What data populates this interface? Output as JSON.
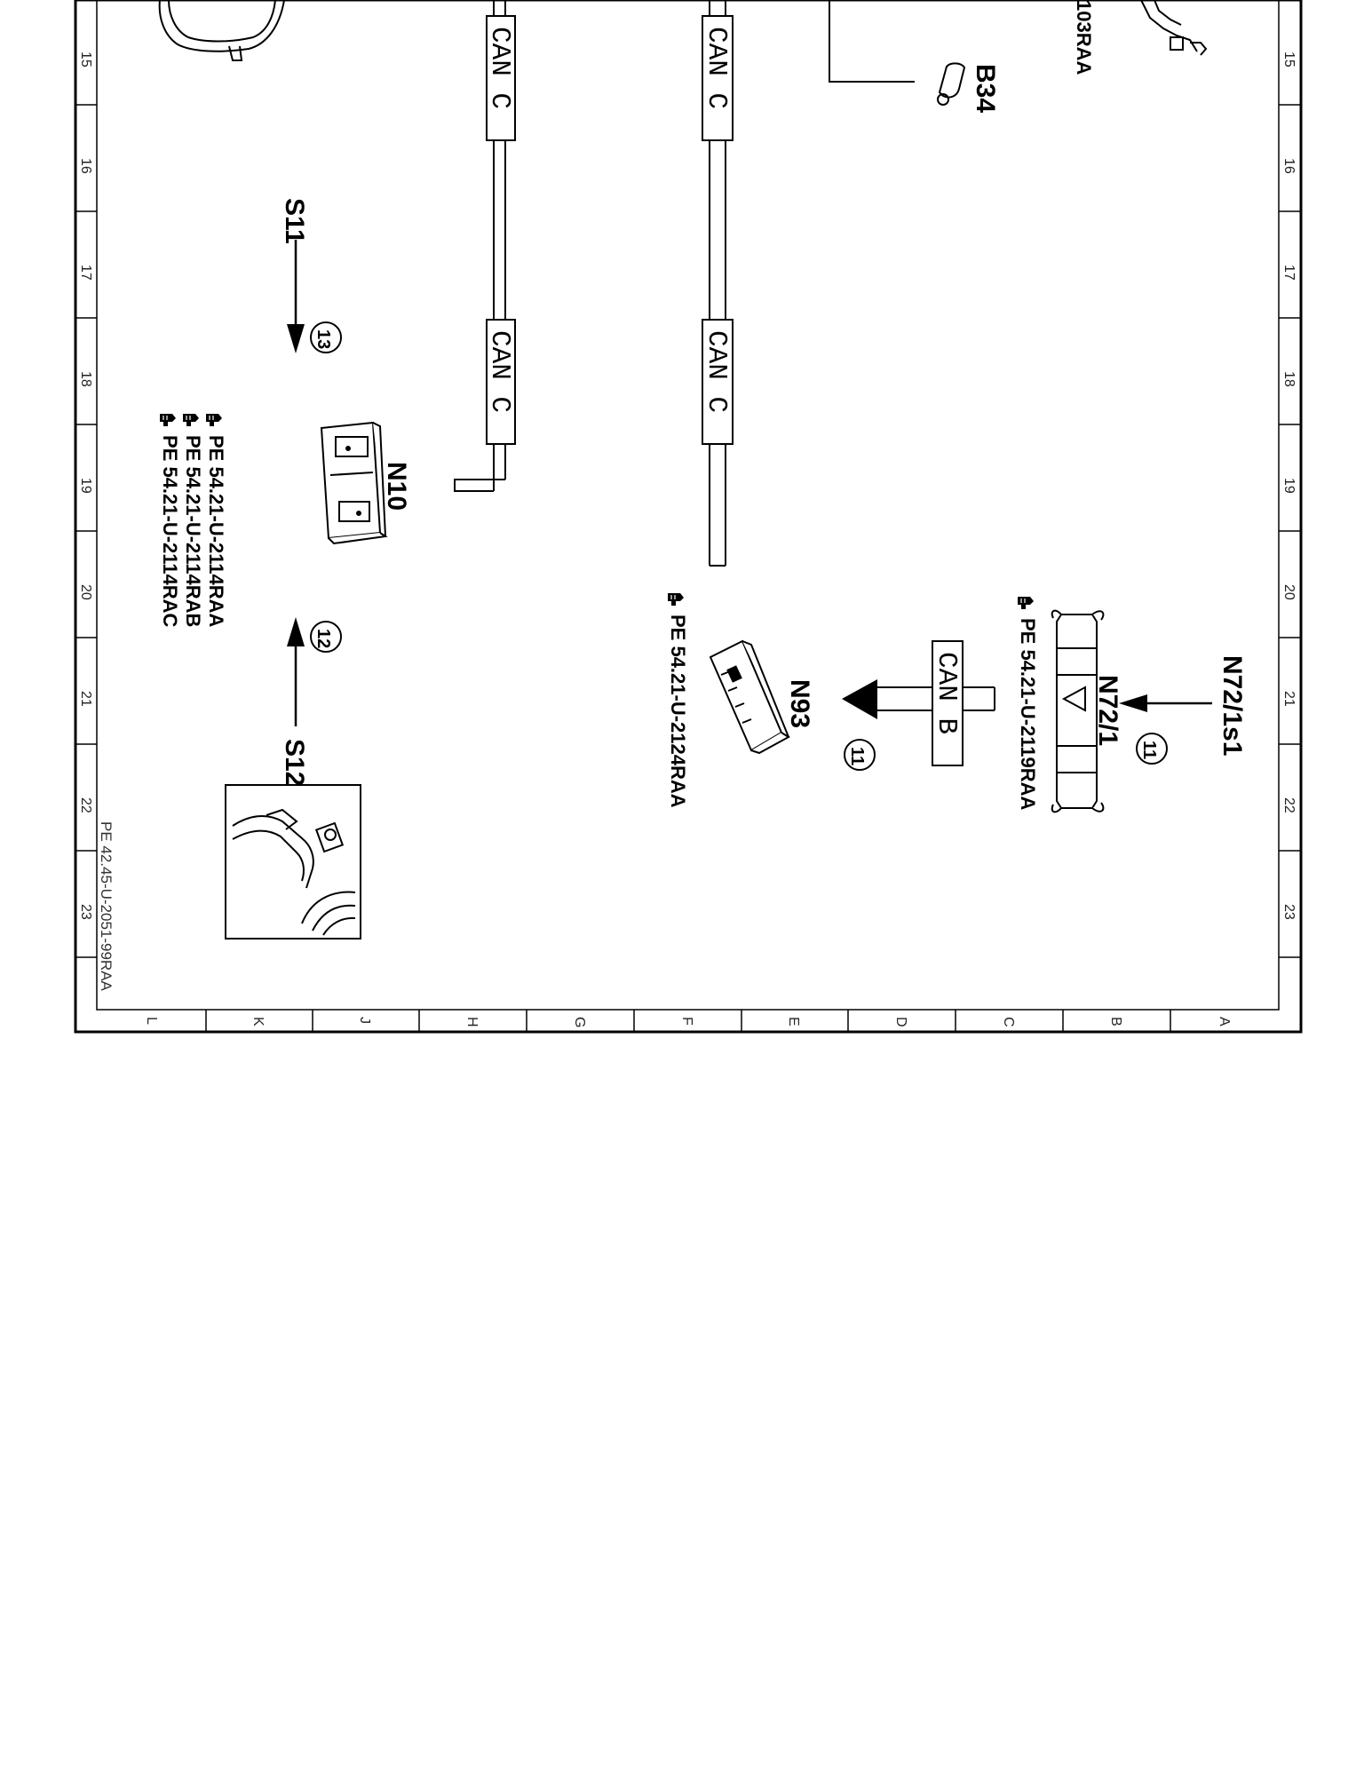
{
  "frame": {
    "row_labels": [
      "15",
      "16",
      "17",
      "18",
      "19",
      "20",
      "21",
      "22",
      "23"
    ],
    "col_labels": [
      "L",
      "K",
      "J",
      "H",
      "G",
      "F",
      "E",
      "D",
      "C",
      "B",
      "A"
    ]
  },
  "components": {
    "b34": "B34",
    "n10": "N10",
    "n93": "N93",
    "n72_1": "N72/1",
    "n72_1s1": "N72/1s1",
    "s11": "S11",
    "s12": "S12",
    "top_ref_fragment": "103RAA"
  },
  "bus_labels": {
    "can_c_1": "CAN C",
    "can_c_2": "CAN C",
    "can_c_3": "CAN C",
    "can_c_4": "CAN C",
    "can_b": "CAN B"
  },
  "callouts": {
    "c11a": "11",
    "c11b": "11",
    "c12": "12",
    "c13": "13"
  },
  "references": {
    "n10_ref1": "PE 54.21-U-2114RAA",
    "n10_ref2": "PE 54.21-U-2114RAB",
    "n10_ref3": "PE 54.21-U-2114RAC",
    "n93_ref": "PE 54.21-U-2124RAA",
    "n72_ref": "PE 54.21-U-2119RAA"
  },
  "footer": {
    "code": "PE 42.45-U-2051-99RAA"
  }
}
